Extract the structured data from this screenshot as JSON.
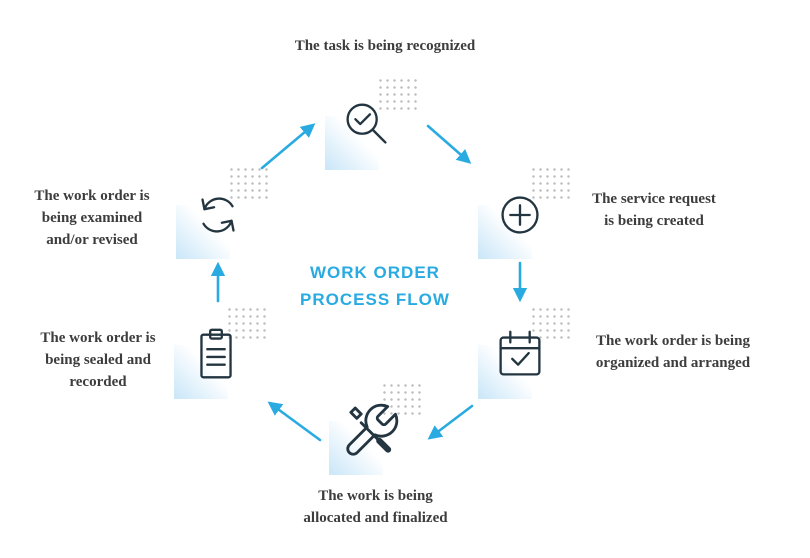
{
  "accent_color": "#29abe2",
  "center_title": {
    "lines": [
      "WORK ORDER",
      "PROCESS FLOW"
    ]
  },
  "steps": [
    {
      "id": "task-recognized",
      "icon": "magnifier-check-icon",
      "label": "The task is being recognized",
      "lines": [
        "The task is being recognized"
      ]
    },
    {
      "id": "service-request-created",
      "icon": "plus-circle-icon",
      "label": "The service request is being created",
      "lines": [
        "The service request",
        "is being created"
      ]
    },
    {
      "id": "work-order-organized",
      "icon": "calendar-check-icon",
      "label": "The work order is being organized and arranged",
      "lines": [
        "The work order is being",
        "organized and arranged"
      ]
    },
    {
      "id": "work-allocated",
      "icon": "tools-icon",
      "label": "The work is being allocated and finalized",
      "lines": [
        "The work is being",
        "allocated and finalized"
      ]
    },
    {
      "id": "work-order-sealed",
      "icon": "clipboard-icon",
      "label": "The work order is being sealed and recorded",
      "lines": [
        "The work order is",
        "being sealed and",
        "recorded"
      ]
    },
    {
      "id": "work-order-examined",
      "icon": "refresh-icon",
      "label": "The work order is being examined and/or revised",
      "lines": [
        "The work order is",
        "being examined",
        "and/or revised"
      ]
    }
  ]
}
